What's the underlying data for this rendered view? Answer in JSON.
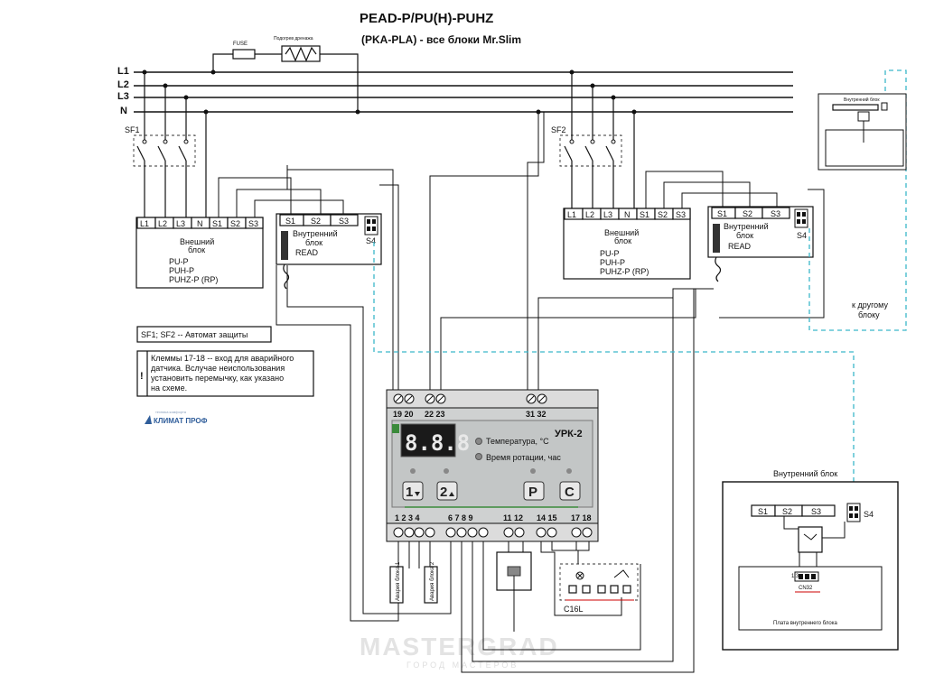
{
  "title": "PEAD-P/PU(H)-PUHZ",
  "subtitle": "(PKA-PLA) - все блоки Mr.Slim",
  "heater": {
    "fuse": "FUSE",
    "label": "Подогрев дренажа"
  },
  "bus_labels": [
    "L1",
    "L2",
    "L3",
    "N"
  ],
  "breakers": {
    "sf1": "SF1",
    "sf2": "SF2"
  },
  "outdoor_terminals": [
    "L1",
    "L2",
    "L3",
    "N",
    "S1",
    "S2",
    "S3"
  ],
  "outdoor_unit": {
    "title_1": "Внешний",
    "title_2": "блок",
    "models": [
      "PU-P",
      "PUH-P",
      "PUHZ-P (RP)"
    ]
  },
  "indoor_terminals": [
    "S1",
    "S2",
    "S3"
  ],
  "indoor_unit": {
    "title_1": "Внутренний",
    "title_2": "блок",
    "read": "READ",
    "s4": "S4"
  },
  "legend": {
    "breaker_note": "SF1; SF2 -- Автомат защиты",
    "warning_mark": "!",
    "note_lines": [
      "Клеммы 17-18 -- вход для аварийного",
      "датчика. Вслучае неиспользования",
      "установить перемычку, как указано",
      "на схеме."
    ]
  },
  "logo": {
    "name": "КЛИМАТ ПРОФ",
    "tagline": "техника комфорта"
  },
  "controller": {
    "model": "УРК-2",
    "display": "8.8.8",
    "indicator_1": "Температура, °С",
    "indicator_2": "Время ротации, час",
    "btn_1": "1",
    "btn_2": "2",
    "btn_p": "P",
    "btn_c": "C",
    "top_terminals": "19 20",
    "top_terminals_2": "22 23",
    "top_terminals_3": "31 32",
    "bottom_terminals": "1  2  3  4",
    "bottom_terminals_2": "6  7  8  9",
    "bottom_terminals_3": "11 12",
    "bottom_terminals_4": "14 15",
    "bottom_terminals_5": "17 18"
  },
  "alarm_labels": [
    "Авария блока 1",
    "Авария блока 2"
  ],
  "relay_label": "C16L",
  "other_unit_note": [
    "к другому",
    "блоку"
  ],
  "small_inset": {
    "title": "Внутренний блок"
  },
  "inset": {
    "title": "Внутренний блок",
    "terminals": [
      "S1",
      "S2",
      "S3"
    ],
    "s4": "S4",
    "connector": "CN32",
    "pins": "1    3",
    "board": "Плата внутреннего блока"
  },
  "watermark": {
    "main": "MASTERGRAD",
    "sub": "ГОРОД МАСТЕРОВ"
  }
}
